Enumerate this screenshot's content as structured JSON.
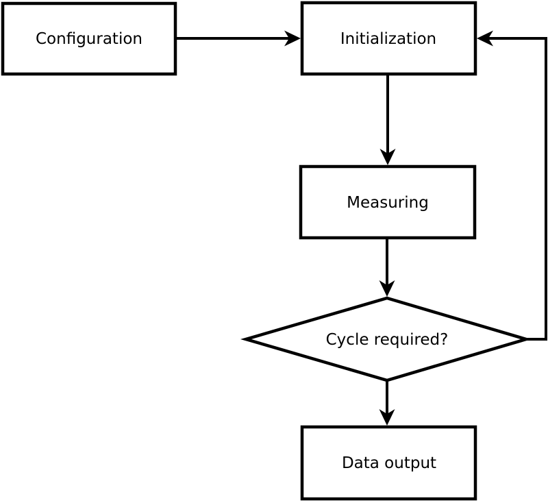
{
  "diagram": {
    "type": "flowchart",
    "colors": {
      "background": "#ffffff",
      "node_fill": "#ffffff",
      "stroke": "#000000",
      "text": "#000000"
    },
    "nodes": {
      "configuration": {
        "label": "Configuration",
        "shape": "rectangle"
      },
      "initialization": {
        "label": "Initialization",
        "shape": "rectangle"
      },
      "measuring": {
        "label": "Measuring",
        "shape": "rectangle"
      },
      "cycle_decision": {
        "label": "Cycle required?",
        "shape": "diamond"
      },
      "data_output": {
        "label": "Data output",
        "shape": "rectangle"
      }
    },
    "edges": [
      {
        "from": "configuration",
        "to": "initialization"
      },
      {
        "from": "initialization",
        "to": "measuring"
      },
      {
        "from": "measuring",
        "to": "cycle_decision"
      },
      {
        "from": "cycle_decision",
        "to": "data_output"
      },
      {
        "from": "cycle_decision",
        "to": "initialization",
        "note": "feedback loop"
      }
    ]
  }
}
